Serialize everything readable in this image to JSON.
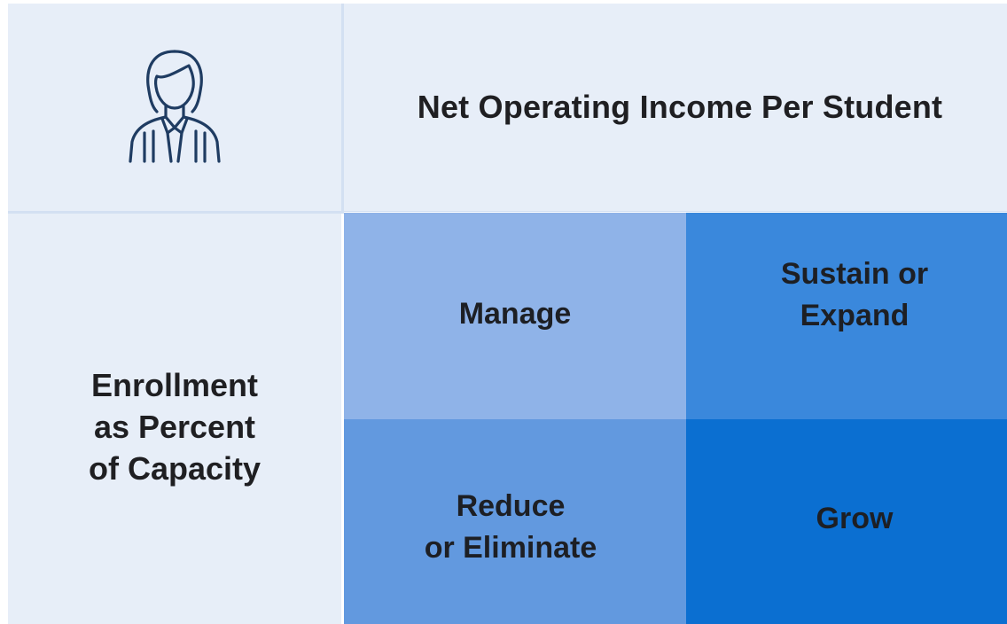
{
  "matrix": {
    "column_header": "Net Operating Income Per Student",
    "row_header_lines": [
      "Enrollment",
      "as Percent",
      "of Capacity"
    ],
    "icon": "person-icon",
    "quadrants": {
      "top_left": [
        "Manage"
      ],
      "top_right": [
        "Sustain or",
        "Expand"
      ],
      "bottom_left": [
        "Reduce",
        "or Eliminate"
      ],
      "bottom_right": [
        "Grow"
      ]
    }
  },
  "colors": {
    "background": "#e7eef8",
    "divider": "#d3e0f2",
    "icon_stroke": "#1f3c62",
    "manage": "#8fb3e8",
    "sustain_or_expand": "#3a88dc",
    "reduce_or_eliminate": "#6299df",
    "grow": "#0b6fd1",
    "text": "#1f1f22"
  }
}
